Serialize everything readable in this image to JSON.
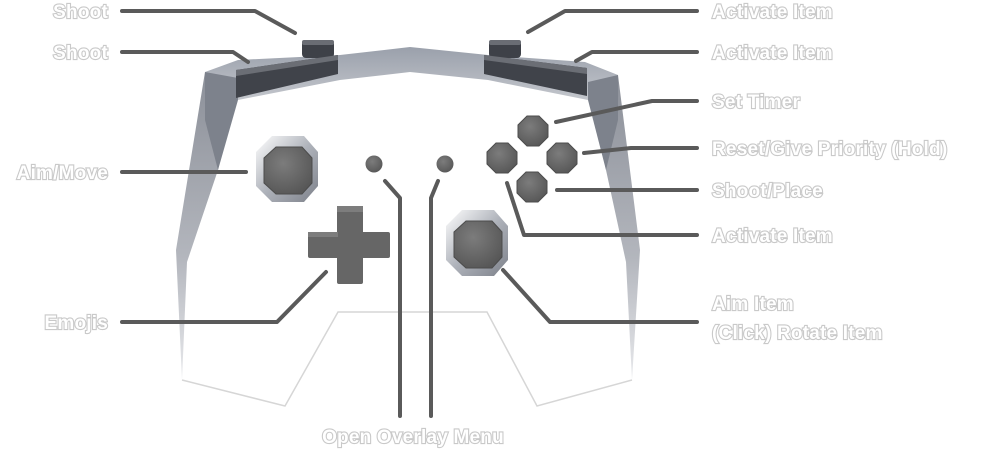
{
  "labels": {
    "left_trigger": "Shoot",
    "left_bumper": "Shoot",
    "left_stick": "Aim/Move",
    "dpad": "Emojis",
    "right_trigger": "Activate Item",
    "right_bumper": "Activate Item",
    "button_top": "Set Timer",
    "button_right": "Reset/Give Priority (Hold)",
    "button_bottom": "Shoot/Place",
    "button_left": "Activate Item",
    "right_stick_line1": "Aim Item",
    "right_stick_line2": "(Click) Rotate Item",
    "center_buttons": "Open Overlay Menu"
  },
  "colors": {
    "controller_body": "#a3a7b1",
    "controller_dark": "#4a4d55",
    "button_fill": "#6b6b6b",
    "leader_line": "#5a5a5a",
    "label_outline": "#c9c9c9"
  }
}
